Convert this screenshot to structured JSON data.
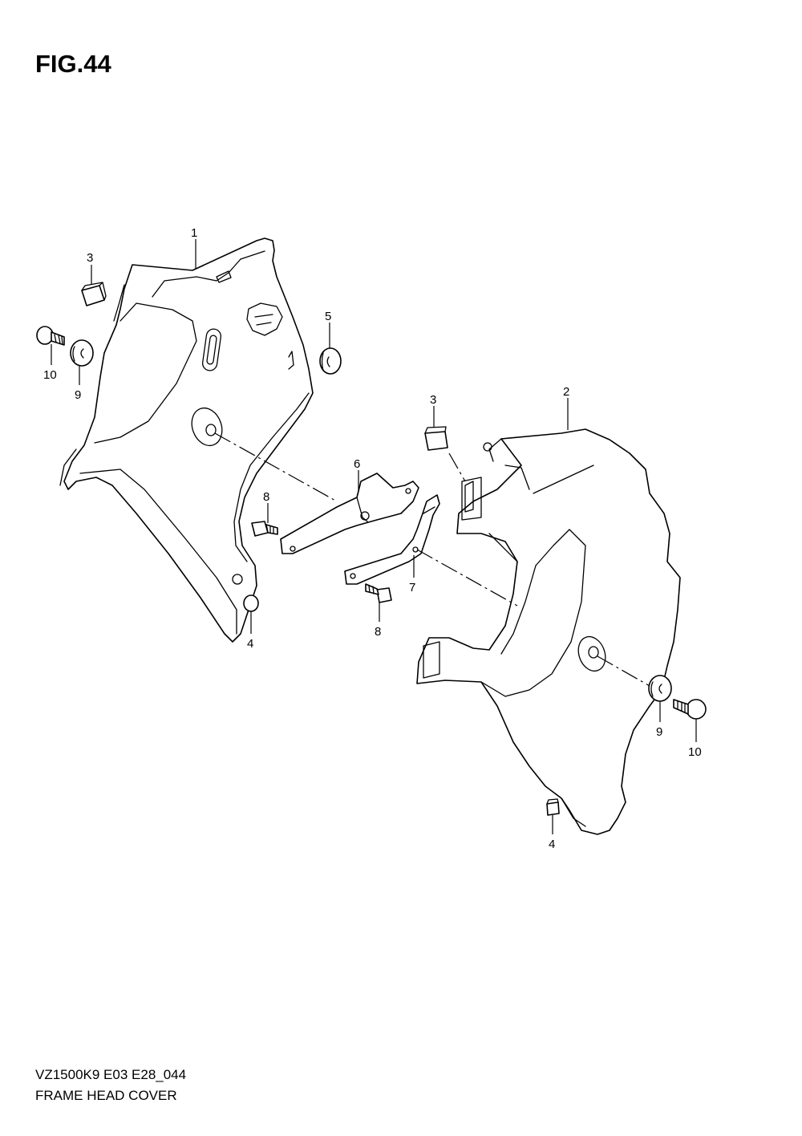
{
  "figure": {
    "title": "FIG.44",
    "model_code": "VZ1500K9 E03 E28_044",
    "name": "FRAME HEAD COVER"
  },
  "callouts": [
    {
      "id": "c1",
      "label": "1"
    },
    {
      "id": "c2",
      "label": "2"
    },
    {
      "id": "c3a",
      "label": "3"
    },
    {
      "id": "c3b",
      "label": "3"
    },
    {
      "id": "c4a",
      "label": "4"
    },
    {
      "id": "c4b",
      "label": "4"
    },
    {
      "id": "c5",
      "label": "5"
    },
    {
      "id": "c6",
      "label": "6"
    },
    {
      "id": "c7",
      "label": "7"
    },
    {
      "id": "c8a",
      "label": "8"
    },
    {
      "id": "c8b",
      "label": "8"
    },
    {
      "id": "c9a",
      "label": "9"
    },
    {
      "id": "c9b",
      "label": "9"
    },
    {
      "id": "c10a",
      "label": "10"
    },
    {
      "id": "c10b",
      "label": "10"
    }
  ]
}
